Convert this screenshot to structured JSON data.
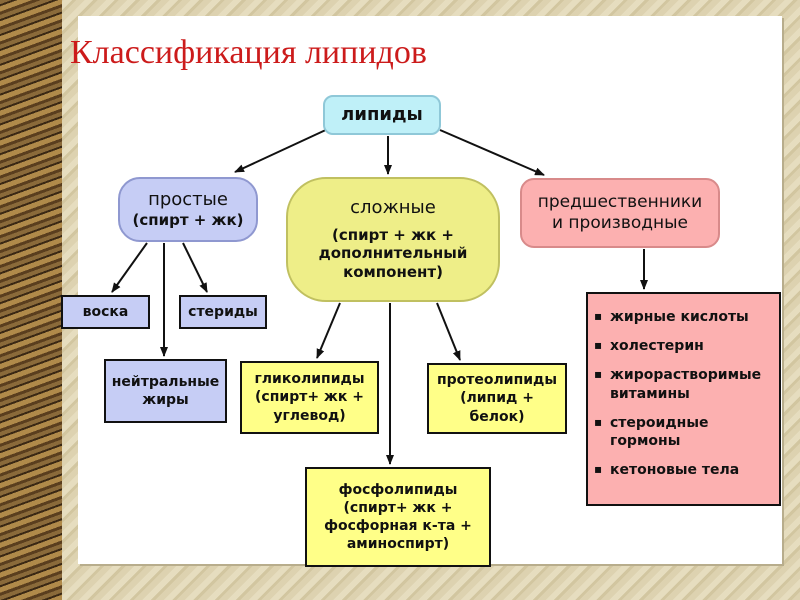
{
  "title": "Классификация липидов",
  "root": {
    "label": "липиды"
  },
  "simple": {
    "label": "простые",
    "formula": "(спирт + жк)"
  },
  "complex": {
    "label": "сложные",
    "formula_lines": [
      "(спирт + жк +",
      "дополнительный",
      "компонент)"
    ]
  },
  "precursors": {
    "lines": [
      "предшественники",
      "и производные"
    ]
  },
  "simple_children": {
    "waxes": "воска",
    "sterids": "стериды",
    "neutral_fats": [
      "нейтральные",
      "жиры"
    ]
  },
  "complex_children": {
    "glycolipids": [
      "гликолипиды",
      "(спирт+ жк +",
      "углевод)"
    ],
    "proteolipids": [
      "протеолипиды",
      "(липид +",
      "белок)"
    ],
    "phospholipids": [
      "фосфолипиды",
      "(спирт+ жк +",
      "фосфорная к-та +",
      "аминоспирт)"
    ]
  },
  "precursor_items": [
    "жирные кислоты",
    "холестерин",
    "жирорастворимые витамины",
    "стероидные гормоны",
    "кетоновые тела"
  ],
  "colors": {
    "title": "#cc1b1b",
    "root": "#bff0f8",
    "simple": "#c6cdf5",
    "complex": "#eeee88",
    "precursors": "#fcb0b0",
    "yellow_box": "#ffff88"
  }
}
